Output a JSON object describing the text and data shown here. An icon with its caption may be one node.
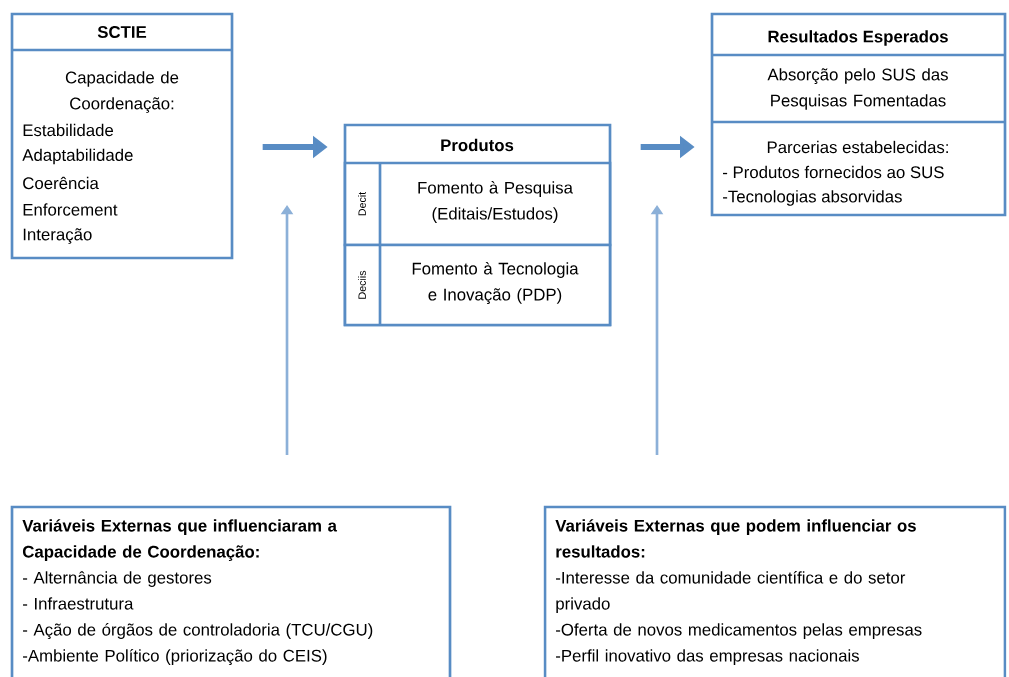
{
  "diagram": {
    "nodes": [
      {
        "text": [
          "SCTIE",
          "Capacidade de Coordenação:",
          "Estabilidade",
          "Adaptabilidade",
          "Coerência",
          "Enforcement",
          "Interação"
        ]
      },
      {
        "text": [
          "Produtos"
        ]
      },
      {
        "text": [
          "Decit",
          "Fomento à Pesquisa (Editais/Estudos)"
        ],
        "in": 1
      },
      {
        "text": [
          "Deciis",
          "Fomento à Tecnologia e Inovação (PDP)"
        ],
        "in": 1
      },
      {
        "text": [
          "Resultados Esperados",
          "Absorção pelo SUS das Pesquisas Fomentadas",
          "Parcerias estabelecidas:",
          "- Produtos fornecidos ao SUS",
          "-Tecnologias absorvidas"
        ]
      },
      {
        "text": [
          "Variáveis Externas que influenciaram a Capacidade de Coordenação:",
          "- Alternância de gestores",
          "- Infraestrutura",
          "- Ação de órgãos de controladoria (TCU/CGU)",
          "-Ambiente Político (priorização do CEIS)"
        ]
      },
      {
        "text": [
          "Variáveis Externas que podem  influenciar os resultados:",
          "-Interesse da comunidade científica e do setor privado",
          "-Oferta de novos medicamentos pelas empresas",
          "-Perfil inovativo das empresas nacionais"
        ]
      }
    ],
    "edges": [
      {
        "from": 0,
        "to": 1,
        "arrow": "to",
        "style": "thick"
      },
      {
        "from": 1,
        "to": 4,
        "arrow": "to",
        "style": "thick"
      },
      {
        "from": 5,
        "to": null,
        "arrow": "to"
      },
      {
        "from": 6,
        "to": null,
        "arrow": "to"
      }
    ]
  }
}
